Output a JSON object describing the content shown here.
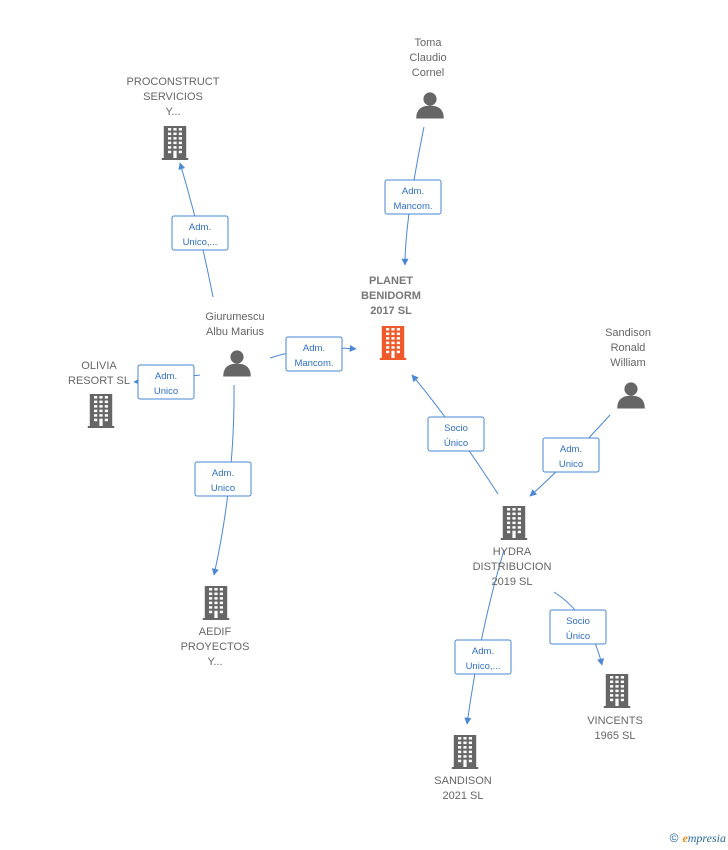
{
  "colors": {
    "edge": "#4a87d6",
    "edge_text": "#2f6fc4",
    "icon": "#666666",
    "focus_icon": "#f0592a",
    "brand_e": "#e98a12",
    "brand": "#2a6aa0"
  },
  "nodes": [
    {
      "id": "planet",
      "type": "company",
      "focus": true,
      "label_lines": [
        "PLANET",
        "BENIDORM",
        "2017  SL"
      ]
    },
    {
      "id": "toma",
      "type": "person",
      "label_lines": [
        "Toma",
        "Claudio",
        "Cornel"
      ]
    },
    {
      "id": "proconstruct",
      "type": "company",
      "label_lines": [
        "PROCONSTRUCT",
        "SERVICIOS",
        "Y..."
      ]
    },
    {
      "id": "giurumescu",
      "type": "person",
      "label_lines": [
        "Giurumescu",
        "Albu Marius"
      ]
    },
    {
      "id": "olivia",
      "type": "company",
      "label_lines": [
        "OLIVIA",
        "RESORT  SL"
      ]
    },
    {
      "id": "aedif",
      "type": "company",
      "label_lines": [
        "AEDIF",
        "PROYECTOS",
        "Y..."
      ]
    },
    {
      "id": "sandison_person",
      "type": "person",
      "label_lines": [
        "Sandison",
        "Ronald",
        "William"
      ]
    },
    {
      "id": "hydra",
      "type": "company",
      "label_lines": [
        "HYDRA",
        "DISTRIBUCION",
        "2019  SL"
      ]
    },
    {
      "id": "sandison_sl",
      "type": "company",
      "label_lines": [
        "SANDISON",
        "2021  SL"
      ]
    },
    {
      "id": "vincents",
      "type": "company",
      "label_lines": [
        "VINCENTS",
        "1965  SL"
      ]
    }
  ],
  "edges": [
    {
      "from": "toma",
      "to": "planet",
      "label_lines": [
        "Adm.",
        "Mancom."
      ]
    },
    {
      "from": "giurumescu",
      "to": "proconstruct",
      "label_lines": [
        "Adm.",
        "Unico,..."
      ]
    },
    {
      "from": "giurumescu",
      "to": "planet",
      "label_lines": [
        "Adm.",
        "Mancom."
      ]
    },
    {
      "from": "giurumescu",
      "to": "olivia",
      "label_lines": [
        "Adm.",
        "Unico"
      ]
    },
    {
      "from": "giurumescu",
      "to": "aedif",
      "label_lines": [
        "Adm.",
        "Unico"
      ]
    },
    {
      "from": "hydra",
      "to": "planet",
      "label_lines": [
        "Socio",
        "Único"
      ]
    },
    {
      "from": "sandison_person",
      "to": "hydra",
      "label_lines": [
        "Adm.",
        "Unico"
      ]
    },
    {
      "from": "hydra",
      "to": "sandison_sl",
      "label_lines": [
        "Adm.",
        "Unico,..."
      ]
    },
    {
      "from": "hydra",
      "to": "vincents",
      "label_lines": [
        "Socio",
        "Único"
      ]
    }
  ],
  "brand": {
    "copyright": "©",
    "first_letter": "e",
    "rest": "mpresia"
  }
}
